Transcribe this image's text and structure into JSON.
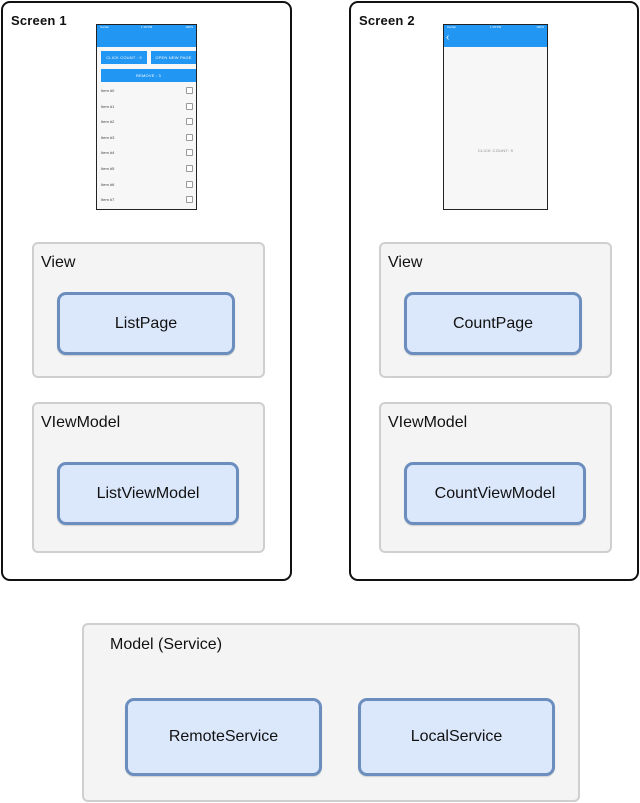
{
  "screen1": {
    "title": "Screen 1",
    "phone": {
      "status": {
        "left": "Carrier",
        "center": "1:18 PM",
        "right": "100%"
      },
      "click_count_button": "CLICK COUNT : 9",
      "open_new_page_button": "OPEN NEW PAGE",
      "remove_button": "REMOVE : 3",
      "items": [
        "Item #0",
        "Item #1",
        "Item #2",
        "Item #3",
        "Item #4",
        "Item #5",
        "Item #6",
        "Item #7"
      ]
    },
    "view_layer": {
      "title": "View",
      "component": "ListPage"
    },
    "viewmodel_layer": {
      "title": "VIewModel",
      "component": "ListViewModel"
    }
  },
  "screen2": {
    "title": "Screen 2",
    "phone": {
      "status": {
        "left": "Carrier",
        "center": "1:18 PM",
        "right": "100%"
      },
      "back_icon": "‹",
      "count_label": "CLICK COUNT: 9"
    },
    "view_layer": {
      "title": "View",
      "component": "CountPage"
    },
    "viewmodel_layer": {
      "title": "VIewModel",
      "component": "CountViewModel"
    }
  },
  "model_layer": {
    "title": "Model (Service)",
    "components": [
      "RemoteService",
      "LocalService"
    ]
  },
  "colors": {
    "app_bar": "#2196f3",
    "component_fill": "#dbe8fc",
    "component_border": "#6c8ebf",
    "layer_fill": "#f4f4f4",
    "layer_border": "#cfcfcf"
  }
}
